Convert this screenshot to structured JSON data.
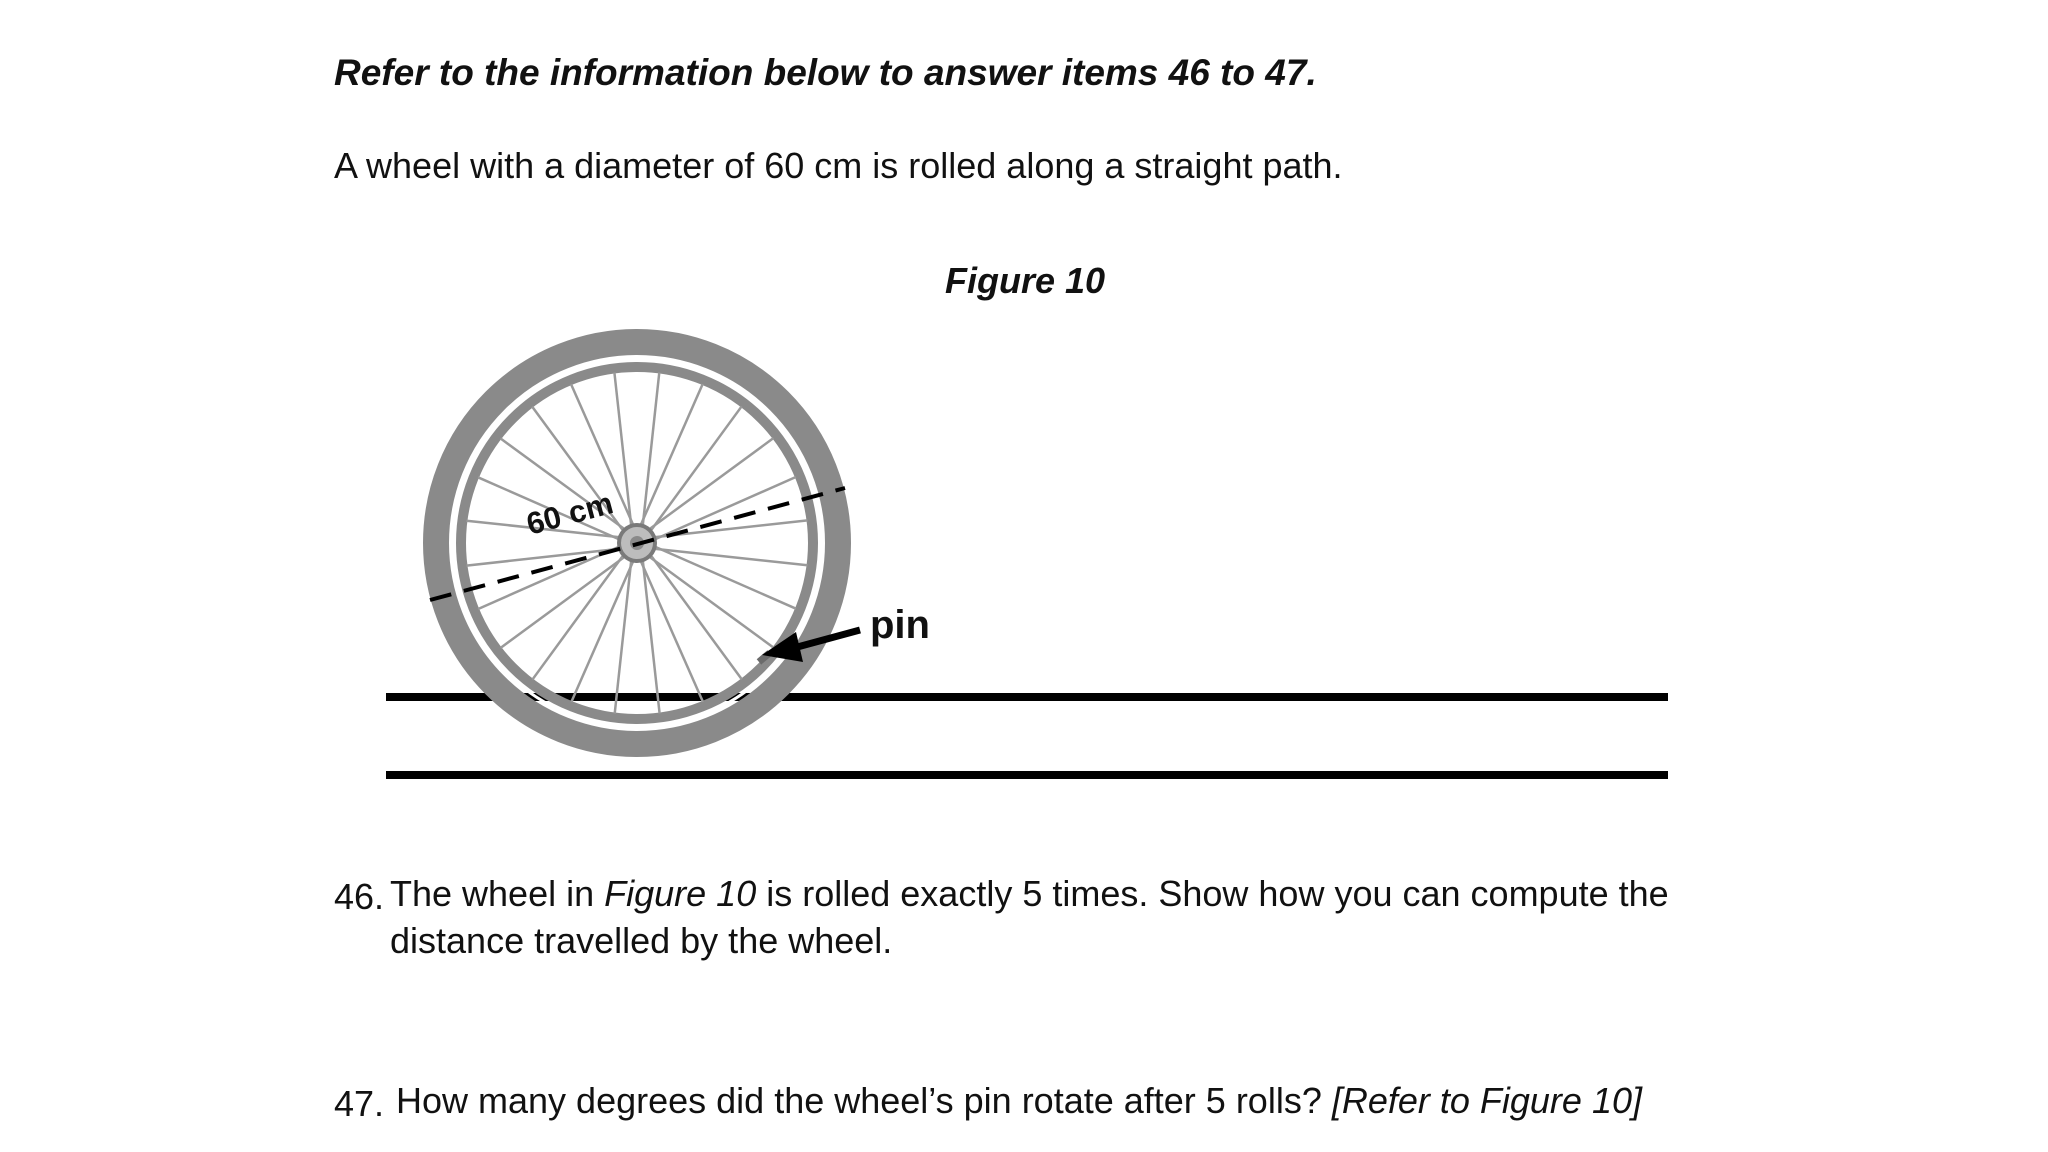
{
  "intro": "Refer to the information below to answer items 46 to 47.",
  "stem": "A wheel with a diameter of 60 cm is rolled along a straight path.",
  "figure": {
    "caption": "Figure 10",
    "diameter_label": "60 cm",
    "pin_label": "pin",
    "spoke_count": 24
  },
  "questions": {
    "q46": {
      "number": "46.",
      "text_before": "The wheel in ",
      "figure_ref": "Figure 10",
      "text_after": " is rolled exactly 5 times. Show how you can compute the distance travelled by the wheel."
    },
    "q47": {
      "number": "47.",
      "text": "How many degrees did the wheel’s pin rotate after 5 rolls? ",
      "reference": "[Refer to Figure 10]"
    }
  }
}
